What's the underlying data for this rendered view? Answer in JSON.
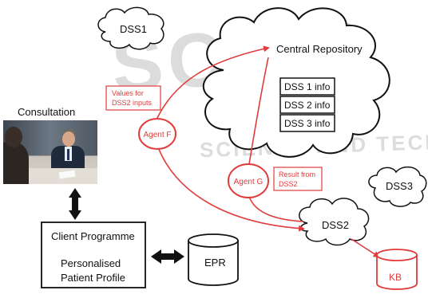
{
  "watermark": {
    "main": "SCITE",
    "sub": "SCIENCE AND TECH"
  },
  "nodes": {
    "dss1": "DSS1",
    "central_repository": "Central Repository",
    "dss_info": [
      "DSS 1 info",
      "DSS 2 info",
      "DSS 3 info"
    ],
    "consultation": "Consultation",
    "agent_f": "Agent F",
    "agent_g": "Agent G",
    "dss3": "DSS3",
    "dss2": "DSS2",
    "client_programme": {
      "title": "Client Programme",
      "subtitle_line1": "Personalised",
      "subtitle_line2": "Patient Profile"
    },
    "epr": "EPR",
    "kb": "KB"
  },
  "notes": {
    "values_for_dss2": {
      "line1": "Values for",
      "line2": "DSS2 inputs"
    },
    "result_from_dss2": {
      "line1": "Result from",
      "line2": "DSS2"
    }
  },
  "colors": {
    "agent_red": "#e03c3c",
    "line_black": "#111111"
  }
}
